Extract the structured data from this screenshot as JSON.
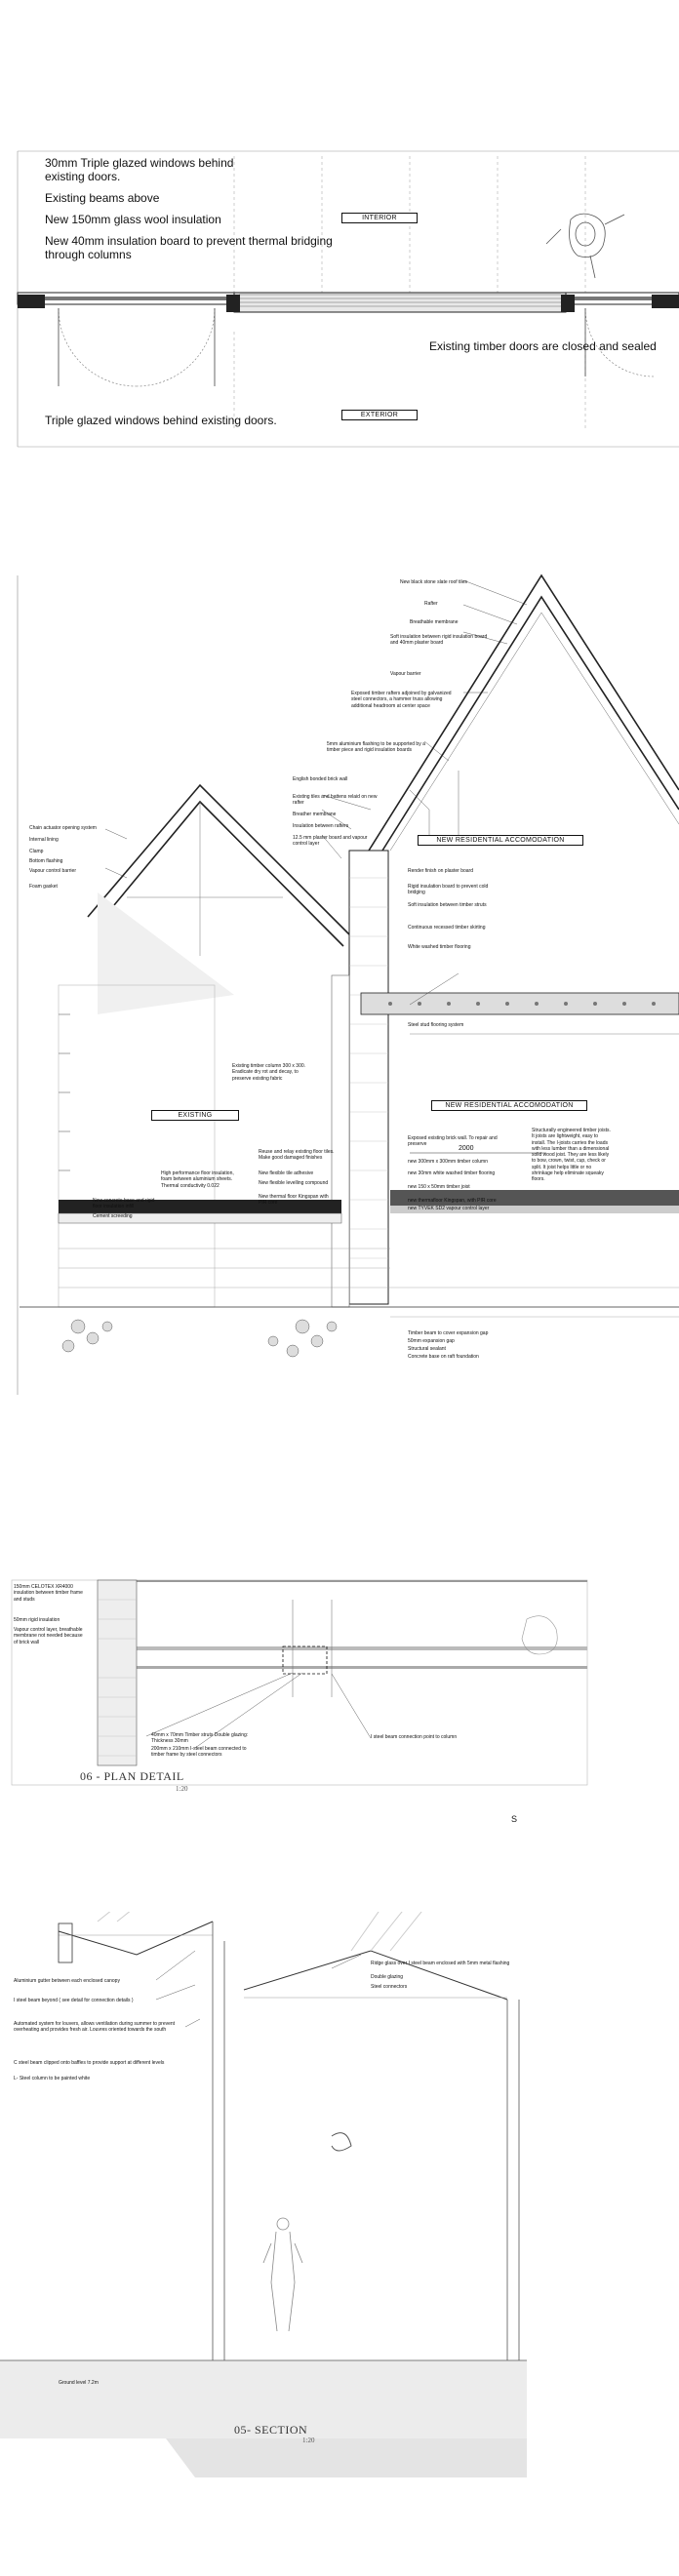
{
  "plan": {
    "note_1": "30mm Triple glazed windows behind existing doors.",
    "note_2": "Existing beams above",
    "note_3": "New 150mm glass wool insulation",
    "note_4": "New 40mm insulation board to prevent thermal bridging through columns",
    "note_5": "Existing timber doors are closed and sealed",
    "note_6": "Triple glazed windows behind existing doors.",
    "interior_label": "INTERIOR",
    "exterior_label": "EXTERIOR"
  },
  "section": {
    "labels_right_roof": [
      "New black stone slate roof tiles",
      "Rafter",
      "Breathable membrane",
      "Soft insulation between rigid insulation board and 40mm plaster board",
      "Vapour barrier",
      "Exposed timber rafters adjoined by galvanized steel connectors, a hammer truss allowing additional headroom at center space",
      "5mm aluminium flashing to be supported by a timber piece and rigid insulation boards",
      "English bonded brick wall",
      "Existing tiles and battens relaid on new rafter",
      "Breather membrane",
      "Insulation between rafters",
      "12.5 mm plaster board and vapour control layer"
    ],
    "labels_left_window": [
      "Chain actuator opening system",
      "Internal lining",
      "Clamp",
      "Bottom flashing",
      "Vapour control barrier",
      "Foam gasket"
    ],
    "labels_upper_floor": [
      "Render finish on plaster board",
      "Rigid insulation board to prevent cold bridging",
      "Soft insulation between timber struts",
      "Continuous recessed timber skirting",
      "White washed timber flooring",
      "Steel stud flooring system"
    ],
    "labels_lower_floor": [
      "Exposed existing brick wall. To repair and preserve",
      "new 300mm x 300mm timber column",
      "new 30mm white washed timber flooring",
      "new 150 x 50mm timber joist",
      "new thermafloor Kingspan, with PIR core",
      "new TYVEK SD2 vapour control layer"
    ],
    "structural_note": "Structurally engineered timber joists. It joists are lightweight, easy to install. The I-joists carries the loads with less lumber than a dimensional solid wood joist. They are less likely to bow, crown, twist, cup, check or split. It joist helps little or no shrinkage help eliminate squeaky floors.",
    "existing_column_note": "Existing timber column 300 x 300. Eradicate dry rot and decay, to preserve existing fabric",
    "labels_existing_floor": [
      "Reuse and relay existing floor tiles. Make good damaged finishes",
      "New flexible tile adhesive",
      "New flexible levelling compound",
      "New thermal floor Kingspan with PIR core"
    ],
    "high_perf_note": "High performance floor insulation, foam between aluminium sheets. Thermal conductivity 0.022",
    "concrete_note": "New concrete base and rigid floor insulation infill",
    "cement_note": "Cement screeding",
    "dimension": "2000",
    "labels_foundation": [
      "Timber beam to cover expansion gap",
      "50mm expansion gap",
      "Structural sealant",
      "Concrete base on raft foundation"
    ],
    "new_res_1": "NEW RESIDENTIAL ACCOMODATION",
    "new_res_2": "NEW RESIDENTIAL ACCOMODATION",
    "existing_label": "EXISTING"
  },
  "plan_detail": {
    "labels_left": [
      "150mm CELOTEX XR4000 insulation between timber frame and studs",
      "50mm rigid insulation",
      "Vapour control layer, breathable membrane not needed because of brick wall"
    ],
    "labels_bottom": [
      "40mm x 70mm Timber struts Double glazing: Thickness 30mm",
      "200mm x 210mm I-steel beam connected to timber frame by steel connectors"
    ],
    "label_right": "I steel beam connection point to column",
    "title": "06 - PLAN DETAIL",
    "scale": "1:20"
  },
  "section_05": {
    "labels_left": [
      "Aluminium gutter between each enclosed canopy",
      "I steel beam beyond ( see detail for connection details )",
      "Automated system for louvers, allows ventilation during summer to prevent overheating and provides fresh air. Louvres oriented towards the south",
      "C steel beam clipped onto baffles to provide support at different levels",
      "L- Steel column to be painted white"
    ],
    "labels_right": [
      "Ridge glass over I steel beam enclosed with 5mm metal flashing",
      "Double glazing",
      "Steel connectors"
    ],
    "ground_level": "Ground level 7.2m",
    "north_letter": "S",
    "title": "05- SECTION",
    "scale": "1:20"
  }
}
